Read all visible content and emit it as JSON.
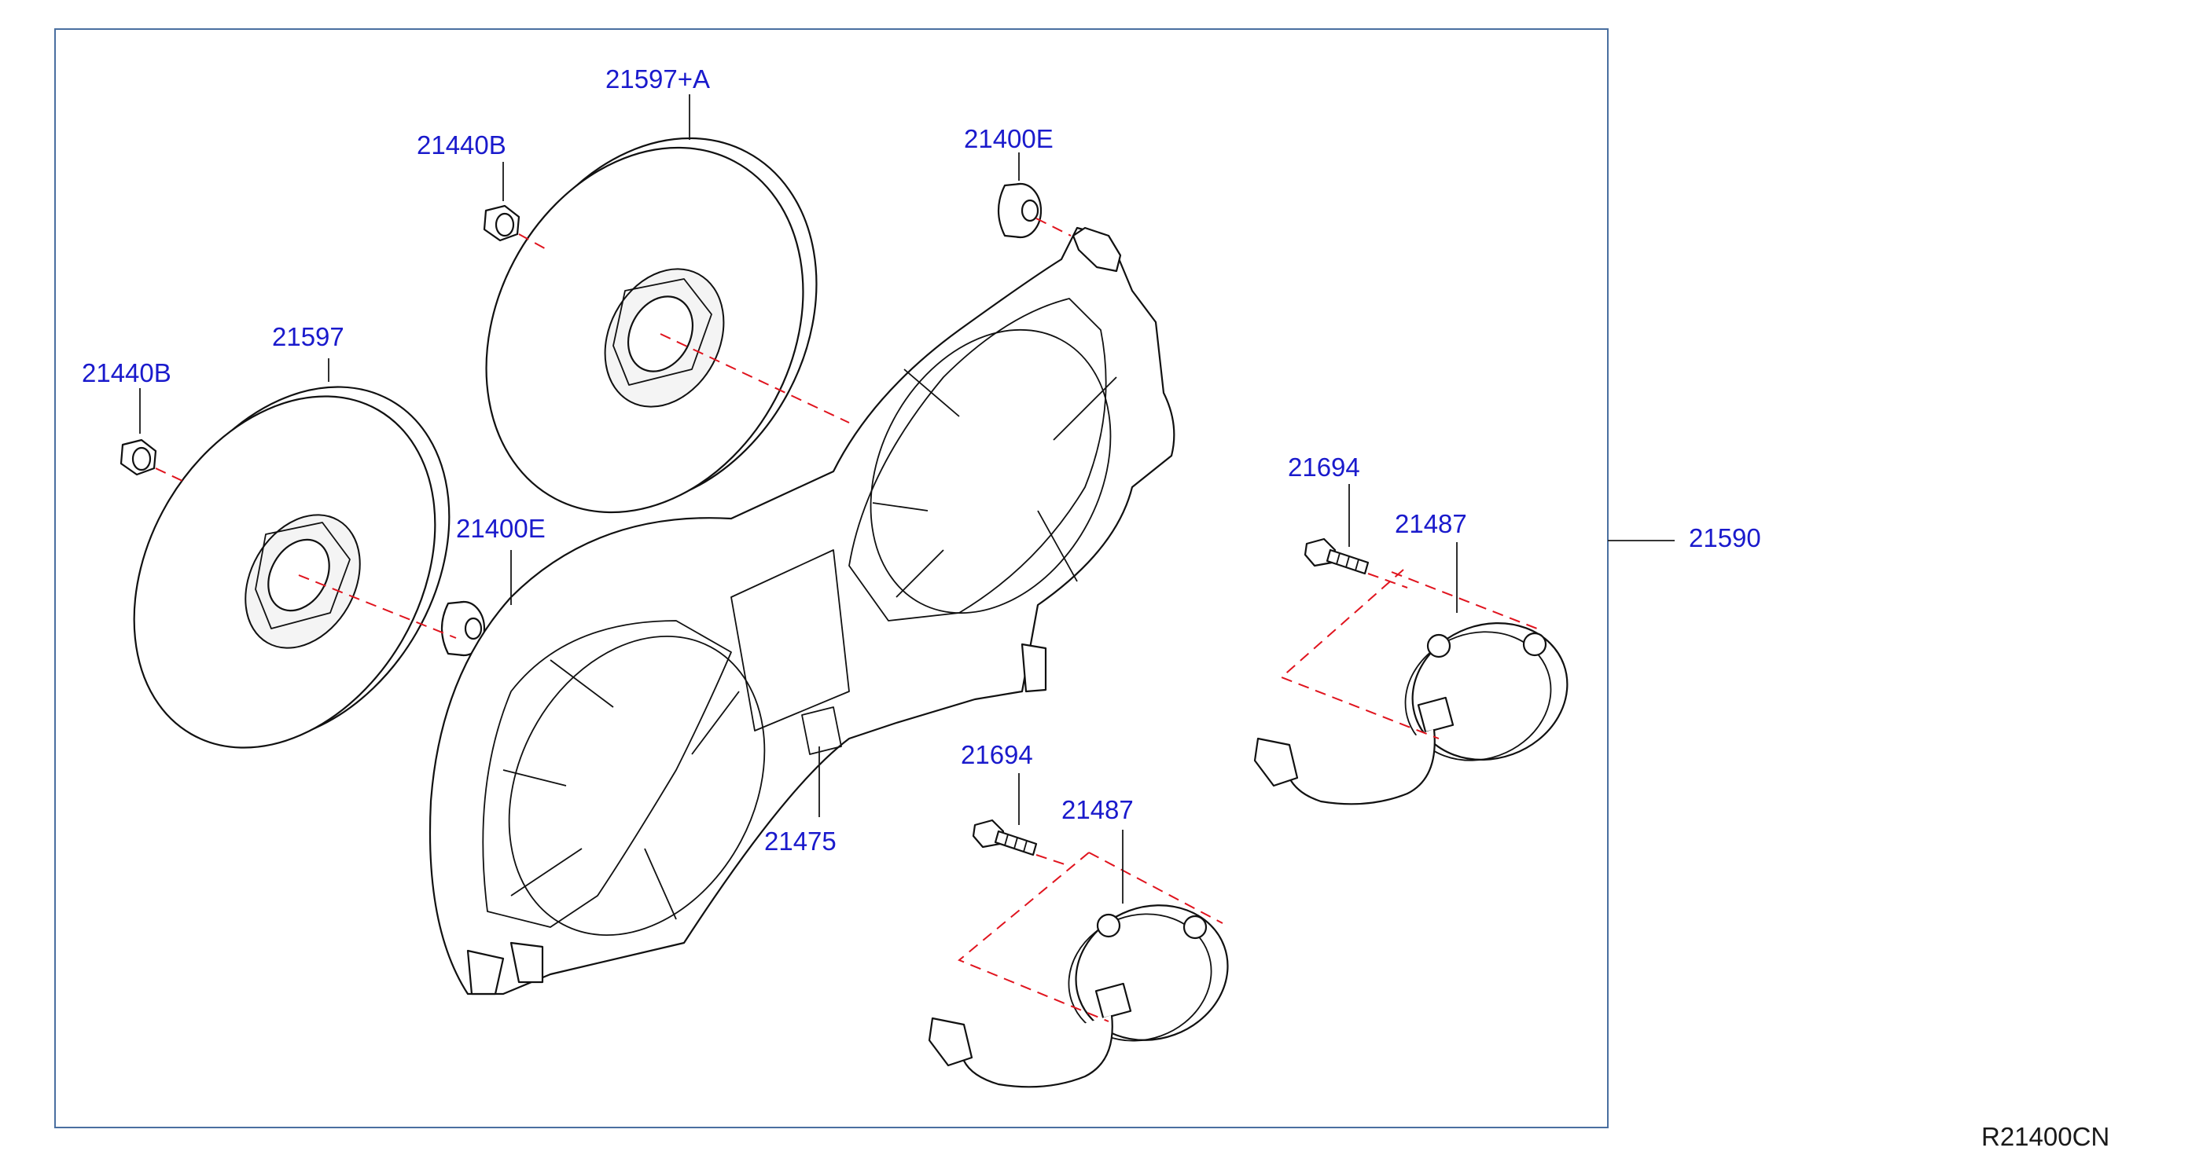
{
  "diagram_code": "R21400CN",
  "callouts": {
    "fan_upper": "21597+A",
    "fan_lower": "21597",
    "nut_upper": "21440B",
    "nut_lower": "21440B",
    "bushing_upper": "21400E",
    "bushing_lower": "21400E",
    "shroud": "21475",
    "motor_assembly": "21590",
    "bolt_right": "21694",
    "motor_right": "21487",
    "bolt_lower": "21694",
    "motor_lower": "21487"
  },
  "colors": {
    "label": "#1a1acc",
    "frame": "#4a6fa0",
    "dashed_guide": "#e0141e",
    "line": "#111111"
  }
}
